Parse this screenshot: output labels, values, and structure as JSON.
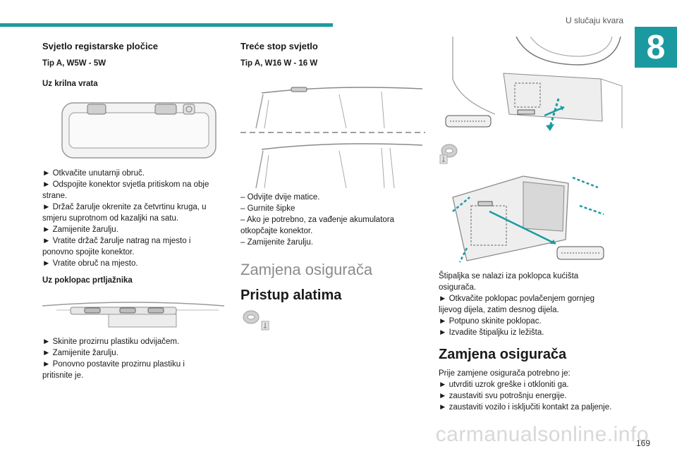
{
  "header": {
    "section_title": "U slučaju kvara",
    "chapter_number": "8",
    "accent_color": "#1a9aa0"
  },
  "left": {
    "title": "Svjetlo registarske pločice",
    "bulb_type": "Tip A, W5W - 5W",
    "sub1": "Uz krilna vrata",
    "steps1": [
      "► Otkvačite unutarnji obruč.",
      "► Odspojite konektor svjetla pritiskom na obje",
      "strane.",
      "► Držač žarulje okrenite za četvrtinu kruga, u",
      "smjeru suprotnom od kazaljki na satu.",
      "► Zamijenite žarulju.",
      "► Vratite držač žarulje natrag na mjesto i",
      "ponovno spojite konektor.",
      "► Vratite obruč na mjesto."
    ],
    "sub2": "Uz poklopac prtljažnika",
    "steps2": [
      "► Skinite prozirnu plastiku odvijačem.",
      "► Zamijenite žarulju.",
      "► Ponovno postavite prozirnu plastiku i",
      "pritisnite je."
    ]
  },
  "middle": {
    "title": "Treće stop svjetlo",
    "bulb_type": "Tip A, W16 W - 16 W",
    "steps": [
      "– Odvijte dvije matice.",
      "– Gurnite šipke",
      "– Ako je potrebno, za vađenje akumulatora",
      "otkopčajte konektor.",
      "– Zamijenite žarulju."
    ],
    "section_title": "Zamjena osigurača",
    "subsection_title": "Pristup alatima"
  },
  "right": {
    "caption": [
      "Štipaljka se nalazi iza poklopca kućišta",
      "osigurača.",
      "► Otkvačite poklopac povlačenjem gornjeg",
      "lijevog dijela, zatim desnog dijela.",
      "► Potpuno skinite poklopac.",
      "► Izvadite štipaljku iz ležišta."
    ],
    "title": "Zamjena osigurača",
    "intro": "Prije zamjene osigurača potrebno je:",
    "steps": [
      "► utvrditi uzrok greške i otkloniti ga.",
      "► zaustaviti svu potrošnju energije.",
      "► zaustaviti vozilo i isključiti kontakt za paljenje."
    ]
  },
  "footer": {
    "page_number": "169",
    "watermark": "carmanualsonline.info"
  }
}
